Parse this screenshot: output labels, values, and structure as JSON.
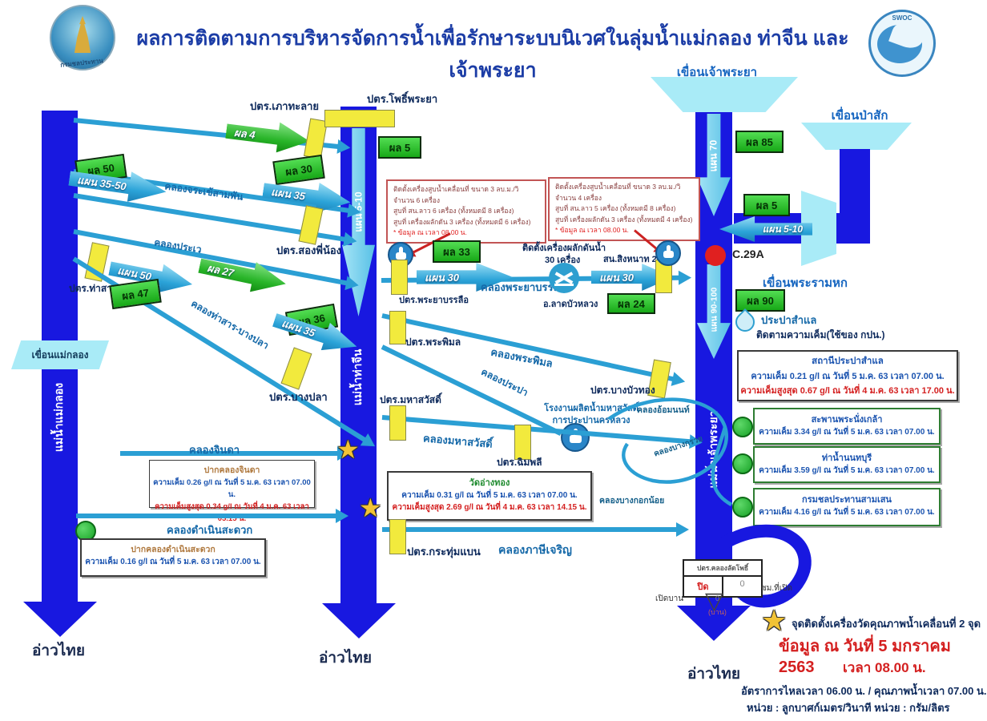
{
  "title": "ผลการติดตามการบริหารจัดการน้ำเพื่อรักษาระบบนิเวศในลุ่มน้ำแม่กลอง ท่าจีน และเจ้าพระยา",
  "logos": {
    "left_caption": "กรมชลประทาน",
    "right_caption": "SWOC"
  },
  "dams": {
    "maeklong": "เขื่อนแม่กลอง",
    "chaophraya": "เขื่อนเจ้าพระยา",
    "pasak": "เขื่อนป่าสัก",
    "phraram6": "เขื่อนพระรามหก"
  },
  "rivers": {
    "maeklong": "แม่น้ำแม่กลอง",
    "thachin": "แม่น้ำท่าจีน",
    "chaophraya": "แม่น้ำเจ้าพระยา",
    "gulf": "อ่าวไทย"
  },
  "labels": {
    "pol4": "ผล 4",
    "pol50": "ผล 50",
    "plan35_50": "แผน 35-50",
    "pol30": "ผล 30",
    "plan35": "แผน 35",
    "pol5": "ผล 5",
    "plan5_10": "แผน 5-10",
    "pol47": "ผล 47",
    "plan50": "แผน 50",
    "pol27": "ผล 27",
    "pol36": "ผล 36",
    "pol33": "ผล 33",
    "plan30": "แผน 30",
    "pol24": "ผล 24",
    "pol85": "ผล 85",
    "plan70": "แผน 70",
    "pol90": "ผล 90",
    "plan90_100": "แผน 90-100"
  },
  "gates": {
    "paothalai": "ปตร.เภาทะลาย",
    "phopraya": "ปตร.โพธิ์พระยา",
    "songpheenong": "ปตร.สองพี่น้อง",
    "thasan": "ปตร.ท่าสาร",
    "bangpla": "ปตร.บางปลา",
    "phrayabanlue": "ปตร.พระยาบรรลือ",
    "phraphimon": "ปตร.พระพิมล",
    "bangbuathong": "ปตร.บางบัวทอง",
    "mahasawat": "ปตร.มหาสวัสดิ์",
    "chimplee": "ปตร.ฉิมพลี",
    "krathumbaen": "ปตร.กระทุ่มแบน"
  },
  "canals": {
    "jorakhe": "คลองจระเข้สามพัน",
    "prawe": "คลองประเว",
    "thasan_bangpla": "คลองท่าสาร-บางปลา",
    "phrayabanlue": "คลองพระยาบรรลือ",
    "phraphimon": "คลองพระพิมล",
    "prapa": "คลองประปา",
    "mahasawat": "คลองมหาสวัสดิ์",
    "chinda": "คลองจินดา",
    "damnoen": "คลองดำเนินสะดวก",
    "phasicharoen": "คลองภาษีเจริญ",
    "omnon": "คลองอ้อมนนท์",
    "bangkruai": "คลองบางกรวย",
    "bangkoknoi": "คลองบางกอกน้อย"
  },
  "stations": {
    "singhanat": "สน.สิงหนาท 2",
    "latbualuang": "อ.ลาดบัวหลวง"
  },
  "pump_notes": {
    "a": {
      "l1": "ติดตั้งเครื่องสูบน้ำเคลื่อนที่ ขนาด 3 ลบ.ม./วิ จำนวน 6 เครื่อง",
      "l2": "สูบที่ สน.ลาว 6 เครื่อง (ทั้งหมดมี 8 เครื่อง)",
      "l3": "สูบที่ เครื่องผลักดัน 3 เครื่อง (ทั้งหมดมี 6 เครื่อง)",
      "l4": "* ข้อมูล ณ เวลา 08.00 น."
    },
    "b": {
      "l1": "ติดตั้งเครื่องสูบน้ำเคลื่อนที่ ขนาด 3 ลบ.ม./วิ จำนวน 4 เครื่อง",
      "l2": "สูบที่ สน.ลาว 5 เครื่อง (ทั้งหมดมี 8 เครื่อง)",
      "l3": "สูบที่ เครื่องผลักดัน 3 เครื่อง (ทั้งหมดมี 4 เครื่อง)",
      "l4": "* ข้อมูล ณ เวลา 08.00 น."
    }
  },
  "pusher": {
    "l1": "ติดตั้งเครื่องผลักดันน้ำ",
    "l2": "30 เครื่อง"
  },
  "plant": {
    "l1": "โรงงานผลิตน้ำมหาสวัสดิ์",
    "l2": "การประปานครหลวง"
  },
  "samlae_point": {
    "drop_label": "ประปาสำแล",
    "track": "ติดตามความเค็ม(ใช้ของ กปน.)"
  },
  "c29a": "C.29A",
  "sal_boxes": {
    "chinda": {
      "t": "ปากคลองจินดา",
      "l1": "ความเค็ม 0.26 g/l ณ วันที่ 5 ม.ค. 63 เวลา 07.00 น.",
      "l2": "ความเค็มสูงสุด 0.34 g/l ณ วันที่ 4 ม.ค. 63 เวลา 05.15 น."
    },
    "damnoen": {
      "t": "ปากคลองดำเนินสะดวก",
      "l1": "ความเค็ม 0.16 g/l ณ วันที่ 5 ม.ค. 63 เวลา 07.00 น."
    },
    "watangthong": {
      "t": "วัดอ่างทอง",
      "l1": "ความเค็ม 0.31 g/l ณ วันที่ 5 ม.ค. 63 เวลา 07.00 น.",
      "l2": "ความเค็มสูงสุด 2.69 g/l ณ วันที่ 4 ม.ค. 63 เวลา 14.15 น."
    },
    "samlae": {
      "t": "สถานีประปาสำแล",
      "l1": "ความเค็ม 0.21 g/l ณ วันที่ 5 ม.ค. 63 เวลา 07.00 น.",
      "l2": "ความเค็มสูงสุด 0.67 g/l ณ วันที่ 4 ม.ค. 63 เวลา 17.00 น."
    },
    "nangklao": {
      "t": "สะพานพระนั่งเกล้า",
      "l1": "ความเค็ม 3.34 g/l ณ วันที่ 5 ม.ค. 63 เวลา 07.00 น."
    },
    "nonthaburi": {
      "t": "ท่าน้ำนนทบุรี",
      "l1": "ความเค็ม 3.59 g/l ณ วันที่ 5 ม.ค. 63 เวลา 07.00 น."
    },
    "samsen": {
      "t": "กรมชลประทานสามเสน",
      "l1": "ความเค็ม 4.16 g/l ณ วันที่ 5 ม.ค. 63 เวลา 07.00 น."
    }
  },
  "latpho": {
    "header": "ปตร.คลองลัดโพธิ์",
    "closed": "ปิด",
    "zero": "0",
    "open_label": "เปิดบาน",
    "open_value": "0",
    "open_unit": "(บาน)",
    "cm_label": "ซม.ที่เปิด"
  },
  "footer": {
    "star_note": "จุดติดตั้งเครื่องวัดคุณภาพน้ำเคลื่อนที่ 2 จุด",
    "date": "ข้อมูล ณ วันที่ 5 มกราคม 2563",
    "time": "เวลา 08.00 น.",
    "f1": "อัตราการไหลเวลา 06.00 น. / คุณภาพน้ำเวลา 07.00 น.",
    "f2": "หน่วย : ลูกบาศก์เมตร/วินาที    หน่วย : กรัม/ลิตร"
  },
  "icons": {
    "star": "★",
    "funnel": "▽"
  },
  "colors": {
    "river": "#1818e0",
    "canal": "#2b9fd4",
    "result_green": "#28c828",
    "gate_yellow": "#f2ea3d",
    "dam_cyan": "#a9ebf7",
    "alert_red": "#e02020"
  }
}
